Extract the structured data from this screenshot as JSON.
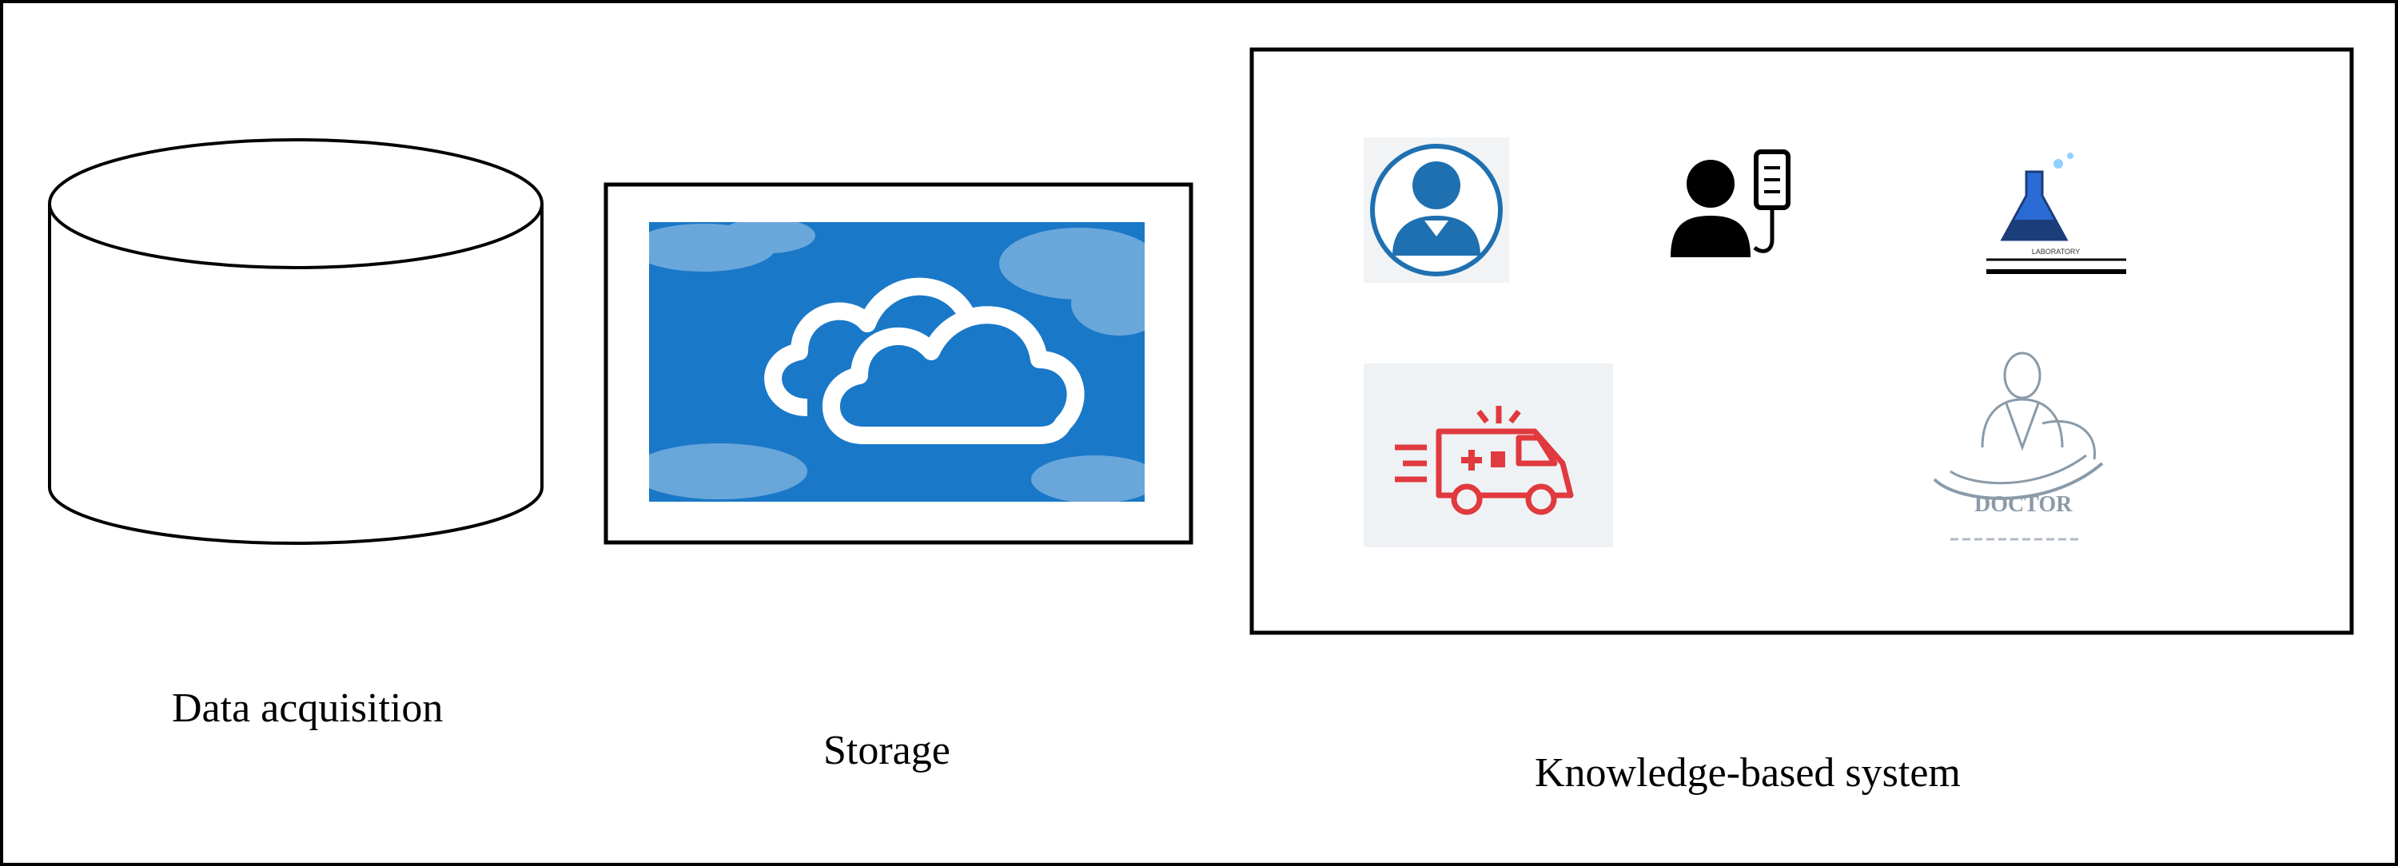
{
  "stages": {
    "data_acquisition": {
      "label": "Data acquisition",
      "icon": "database-cylinder-icon"
    },
    "storage": {
      "label": "Storage",
      "icon": "cloud-storage-icon",
      "accent_color": "#1a78c8"
    },
    "knowledge_system": {
      "label": "Knowledge-based system",
      "icons": [
        "doctor-avatar-icon",
        "patient-iv-drip-icon",
        "laboratory-flask-icon",
        "ambulance-icon",
        "doctor-logo-icon"
      ],
      "laboratory_logo_text": "LABORATORY",
      "doctor_logo_text": "DOCTOR",
      "colors": {
        "doctor_avatar": "#1f70b0",
        "ambulance": "#e0393e",
        "flask": "#2a6bd6"
      }
    }
  }
}
